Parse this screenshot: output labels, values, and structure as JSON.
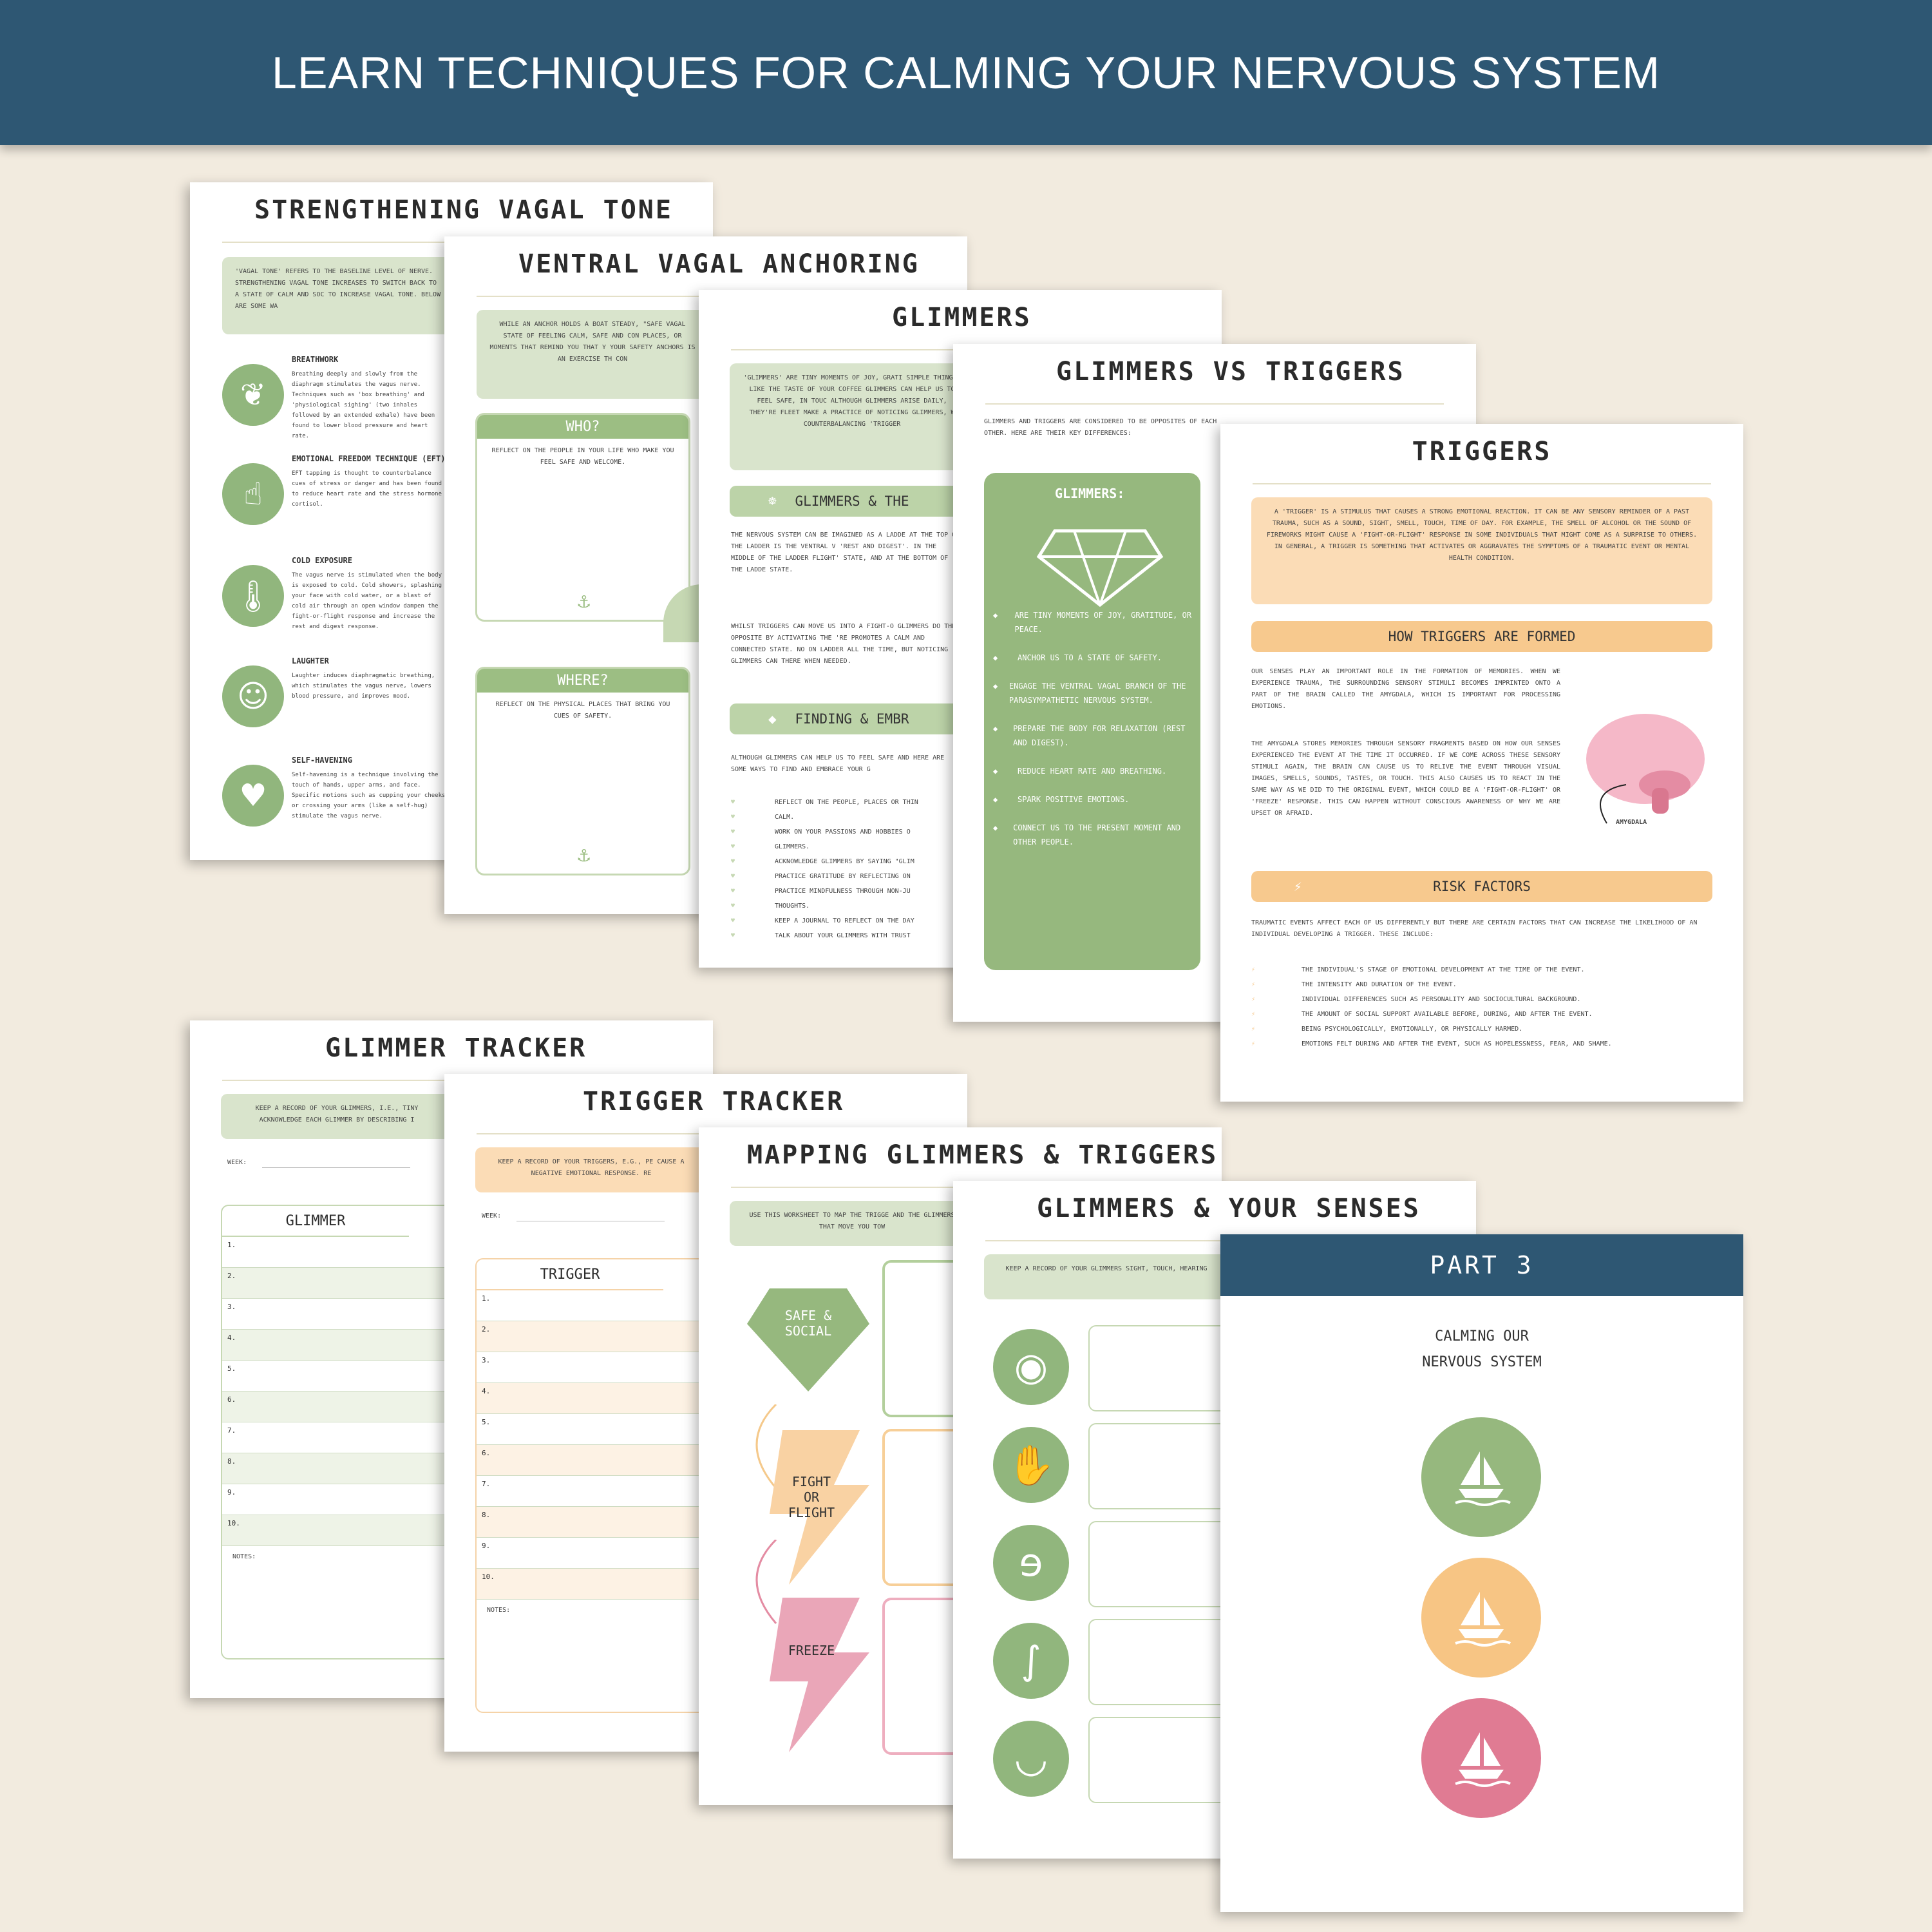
{
  "banner": {
    "title": "LEARN TECHNIQUES FOR CALMING YOUR NERVOUS SYSTEM"
  },
  "colors": {
    "banner": "#2e5773",
    "background": "#f2ebdf",
    "green": "#96b87e",
    "light_green": "#d9e4cc",
    "orange": "#f9c98d",
    "pink": "#e38aa0"
  },
  "p1": {
    "title": "STRENGTHENING VAGAL TONE",
    "intro": "'VAGAL TONE' REFERS TO THE BASELINE LEVEL OF NERVE. STRENGTHENING VAGAL TONE INCREASES TO SWITCH BACK TO A STATE OF CALM AND SOC TO INCREASE VAGAL TONE. BELOW ARE SOME WA",
    "items": [
      {
        "title": "BREATHWORK",
        "text": "Breathing deeply and slowly from the diaphragm stimulates the vagus nerve. Techniques such as 'box breathing' and 'physiological sighing' (two inhales followed by an extended exhale) have been found to lower blood pressure and heart rate.",
        "icon": "lungs-icon"
      },
      {
        "title": "EMOTIONAL FREEDOM TECHNIQUE (EFT)",
        "text": "EFT tapping is thought to counterbalance cues of stress or danger and has been found to reduce heart rate and the stress hormone cortisol.",
        "icon": "tapping-hand-icon"
      },
      {
        "title": "COLD EXPOSURE",
        "text": "The vagus nerve is stimulated when the body is exposed to cold. Cold showers, splashing your face with cold water, or a blast of cold air through an open window dampen the fight-or-flight response and increase the rest and digest response.",
        "icon": "thermometer-icon"
      },
      {
        "title": "LAUGHTER",
        "text": "Laughter induces diaphragmatic breathing, which stimulates the vagus nerve, lowers blood pressure, and improves mood.",
        "icon": "laughing-face-icon"
      },
      {
        "title": "SELF-HAVENING",
        "text": "Self-havening is a technique involving the touch of hands, upper arms, and face. Specific motions such as cupping your cheeks or crossing your arms (like a self-hug) stimulate the vagus nerve.",
        "icon": "heart-hands-icon"
      }
    ]
  },
  "p2": {
    "title": "VENTRAL VAGAL ANCHORING",
    "intro": "WHILE AN ANCHOR HOLDS A BOAT STEADY, \"SAFE VAGAL STATE OF FEELING CALM, SAFE AND CON PLACES, OR MOMENTS THAT REMIND YOU THAT Y YOUR SAFETY ANCHORS IS AN EXERCISE TH CON",
    "who": {
      "head": "WHO?",
      "text": "REFLECT ON THE PEOPLE IN YOUR LIFE WHO MAKE YOU FEEL SAFE AND WELCOME."
    },
    "where": {
      "head": "WHERE?",
      "text": "REFLECT ON THE PHYSICAL PLACES THAT BRING YOU CUES OF SAFETY."
    }
  },
  "p3": {
    "title": "GLIMMERS",
    "intro": "'GLIMMERS' ARE TINY MOMENTS OF JOY, GRATI SIMPLE THINGS, LIKE THE TASTE OF YOUR COFFEE GLIMMERS CAN HELP US TO FEEL SAFE, IN TOUC ALTHOUGH GLIMMERS ARISE DAILY, THEY'RE FLEET MAKE A PRACTICE OF NOTICING GLIMMERS, W COUNTERBALANCING 'TRIGGER",
    "bar1": "GLIMMERS & THE",
    "para1": "THE NERVOUS SYSTEM CAN BE IMAGINED AS A LADDE AT THE TOP OF THE LADDER IS THE VENTRAL V 'REST AND DIGEST'. IN THE MIDDLE OF THE LADDER FLIGHT' STATE, AND AT THE BOTTOM OF THE LADDE STATE.",
    "para2": "WHILST TRIGGERS CAN MOVE US INTO A FIGHT-O GLIMMERS DO THE OPPOSITE BY ACTIVATING THE 'RE PROMOTES A CALM AND CONNECTED STATE. NO ON LADDER ALL THE TIME, BUT NOTICING GLIMMERS CAN THERE WHEN NEEDED.",
    "bar2": "FINDING & EMBR",
    "para3": "ALTHOUGH GLIMMERS CAN HELP US TO FEEL SAFE AND HERE ARE SOME WAYS TO FIND AND EMBRACE YOUR G",
    "list": [
      "REFLECT ON THE PEOPLE, PLACES OR THIN",
      "CALM.",
      "WORK ON YOUR PASSIONS AND HOBBIES O",
      "GLIMMERS.",
      "ACKNOWLEDGE GLIMMERS BY SAYING \"GLIM",
      "PRACTICE GRATITUDE BY REFLECTING ON",
      "PRACTICE MINDFULNESS THROUGH NON-JU",
      "THOUGHTS.",
      "KEEP A JOURNAL TO REFLECT ON THE DAY",
      "TALK ABOUT YOUR GLIMMERS WITH TRUST"
    ]
  },
  "p4": {
    "title": "GLIMMERS VS TRIGGERS",
    "intro": "GLIMMERS AND TRIGGERS ARE CONSIDERED TO BE OPPOSITES OF EACH OTHER. HERE ARE THEIR KEY DIFFERENCES:",
    "panel_title": "GLIMMERS:",
    "items": [
      "ARE TINY MOMENTS OF JOY, GRATITUDE, OR PEACE.",
      "ANCHOR US TO A STATE OF SAFETY.",
      "ENGAGE THE VENTRAL VAGAL BRANCH OF THE PARASYMPATHETIC NERVOUS SYSTEM.",
      "PREPARE THE BODY FOR RELAXATION (REST AND DIGEST).",
      "REDUCE HEART RATE AND BREATHING.",
      "SPARK POSITIVE EMOTIONS.",
      "CONNECT US TO THE PRESENT MOMENT AND OTHER PEOPLE."
    ]
  },
  "p5": {
    "title": "TRIGGERS",
    "intro": "A 'TRIGGER' IS A STIMULUS THAT CAUSES A STRONG EMOTIONAL REACTION. IT CAN BE ANY SENSORY REMINDER OF A PAST TRAUMA, SUCH AS A SOUND, SIGHT, SMELL, TOUCH, TIME OF DAY. FOR EXAMPLE, THE SMELL OF ALCOHOL OR THE SOUND OF FIREWORKS MIGHT CAUSE A 'FIGHT-OR-FLIGHT' RESPONSE IN SOME INDIVIDUALS THAT MIGHT COME AS A SURPRISE TO OTHERS. IN GENERAL, A TRIGGER IS SOMETHING THAT ACTIVATES OR AGGRAVATES THE SYMPTOMS OF A TRAUMATIC EVENT OR MENTAL HEALTH CONDITION.",
    "bar1": "HOW TRIGGERS ARE FORMED",
    "para1": "OUR SENSES PLAY AN IMPORTANT ROLE IN THE FORMATION OF MEMORIES. WHEN WE EXPERIENCE TRAUMA, THE SURROUNDING SENSORY STIMULI BECOMES IMPRINTED ONTO A PART OF THE BRAIN CALLED THE AMYGDALA, WHICH IS IMPORTANT FOR PROCESSING EMOTIONS.",
    "para2": "THE AMYGDALA STORES MEMORIES THROUGH SENSORY FRAGMENTS BASED ON HOW OUR SENSES EXPERIENCED THE EVENT AT THE TIME IT OCCURRED. IF WE COME ACROSS THESE SENSORY STIMULI AGAIN, THE BRAIN CAN CAUSE US TO RELIVE THE EVENT THROUGH VISUAL IMAGES, SMELLS, SOUNDS, TASTES, OR TOUCH. THIS ALSO CAUSES US TO REACT IN THE SAME WAY AS WE DID TO THE ORIGINAL EVENT, WHICH COULD BE A 'FIGHT-OR-FLIGHT' OR 'FREEZE' RESPONSE. THIS CAN HAPPEN WITHOUT CONSCIOUS AWARENESS OF WHY WE ARE UPSET OR AFRAID.",
    "brain_label": "AMYGDALA",
    "bar2": "RISK FACTORS",
    "para3": "TRAUMATIC EVENTS AFFECT EACH OF US DIFFERENTLY BUT THERE ARE CERTAIN FACTORS THAT CAN INCREASE THE LIKELIHOOD OF AN INDIVIDUAL DEVELOPING A TRIGGER. THESE INCLUDE:",
    "list": [
      "THE INDIVIDUAL'S STAGE OF EMOTIONAL DEVELOPMENT AT THE TIME OF THE EVENT.",
      "THE INTENSITY AND DURATION OF THE EVENT.",
      "INDIVIDUAL DIFFERENCES SUCH AS PERSONALITY AND SOCIOCULTURAL BACKGROUND.",
      "THE AMOUNT OF SOCIAL SUPPORT AVAILABLE BEFORE, DURING, AND AFTER THE EVENT.",
      "BEING PSYCHOLOGICALLY, EMOTIONALLY, OR PHYSICALLY HARMED.",
      "EMOTIONS FELT DURING AND AFTER THE EVENT, SUCH AS HOPELESSNESS, FEAR, AND SHAME."
    ]
  },
  "p6": {
    "title": "GLIMMER TRACKER",
    "intro": "KEEP A RECORD OF YOUR GLIMMERS, I.E., TINY ACKNOWLEDGE EACH GLIMMER BY DESCRIBING I",
    "week": "WEEK:",
    "col": "GLIMMER",
    "rows": [
      "1.",
      "2.",
      "3.",
      "4.",
      "5.",
      "6.",
      "7.",
      "8.",
      "9.",
      "10."
    ],
    "notes": "NOTES:"
  },
  "p7": {
    "title": "TRIGGER TRACKER",
    "intro": "KEEP A RECORD OF YOUR TRIGGERS, E.G., PE CAUSE A NEGATIVE EMOTIONAL RESPONSE. RE",
    "week": "WEEK:",
    "col": "TRIGGER",
    "rows": [
      "1.",
      "2.",
      "3.",
      "4.",
      "5.",
      "6.",
      "7.",
      "8.",
      "9.",
      "10."
    ],
    "notes": "NOTES:"
  },
  "p8": {
    "title": "MAPPING GLIMMERS & TRIGGERS",
    "intro": "USE THIS WORKSHEET TO MAP THE TRIGGE AND THE GLIMMERS THAT MOVE YOU TOW",
    "safe": "SAFE & SOCIAL",
    "fight_lines": [
      "FIGHT",
      "OR",
      "FLIGHT"
    ],
    "freeze": "FREEZE"
  },
  "p9": {
    "title": "GLIMMERS & YOUR SENSES",
    "intro": "KEEP A RECORD OF YOUR GLIMMERS SIGHT, TOUCH, HEARING",
    "senses": [
      "eye-icon",
      "hand-icon",
      "ear-icon",
      "nose-icon",
      "mouth-icon"
    ]
  },
  "p10": {
    "part": "PART 3",
    "subtitle_1": "CALMING OUR",
    "subtitle_2": "NERVOUS SYSTEM",
    "circles": [
      "#96b87e",
      "#f7c584",
      "#e07b93"
    ]
  }
}
